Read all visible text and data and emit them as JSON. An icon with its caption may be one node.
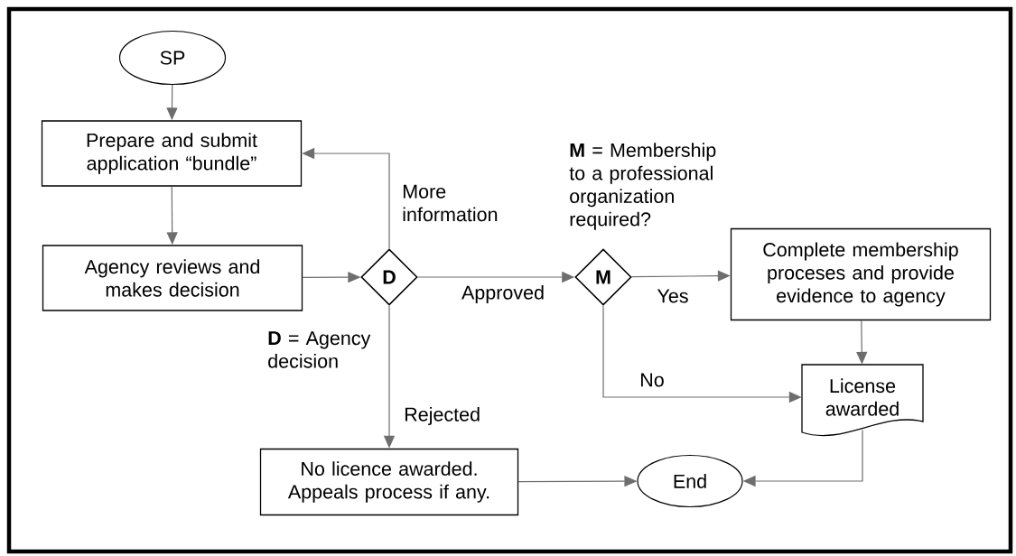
{
  "diagram": {
    "nodes": [
      {
        "text": [
          "SP"
        ]
      },
      {
        "text": [
          "Prepare and submit application “bundle”"
        ]
      },
      {
        "text": [
          "Agency reviews and makes decision"
        ]
      },
      {
        "text": [
          "D"
        ]
      },
      {
        "text": [
          "M"
        ]
      },
      {
        "text": [
          "Complete membership proceses and provide evidence to agency"
        ]
      },
      {
        "text": [
          "License awarded"
        ]
      },
      {
        "text": [
          "No licence awarded. Appeals process if any."
        ]
      },
      {
        "text": [
          "End"
        ]
      }
    ],
    "edges": [
      {
        "from": 0,
        "to": 1,
        "arrow": "to"
      },
      {
        "from": 1,
        "to": 2,
        "arrow": "to"
      },
      {
        "from": 2,
        "to": 3,
        "arrow": "to"
      },
      {
        "from": 3,
        "to": 1,
        "arrow": "to",
        "label": "More information"
      },
      {
        "from": 3,
        "to": 4,
        "arrow": "to",
        "label": "Approved"
      },
      {
        "from": 4,
        "to": 5,
        "arrow": "to",
        "label": "Yes"
      },
      {
        "from": 4,
        "to": 6,
        "arrow": "to",
        "label": "No"
      },
      {
        "from": 3,
        "to": 7,
        "arrow": "to",
        "label": "Rejected"
      },
      {
        "from": 5,
        "to": 6,
        "arrow": "to"
      },
      {
        "from": 7,
        "to": 8,
        "arrow": "to"
      },
      {
        "from": 6,
        "to": 8,
        "arrow": "to"
      }
    ],
    "labels": [
      "**M** = Membership to a professional organization required?",
      "**D** = Agency decision"
    ]
  }
}
